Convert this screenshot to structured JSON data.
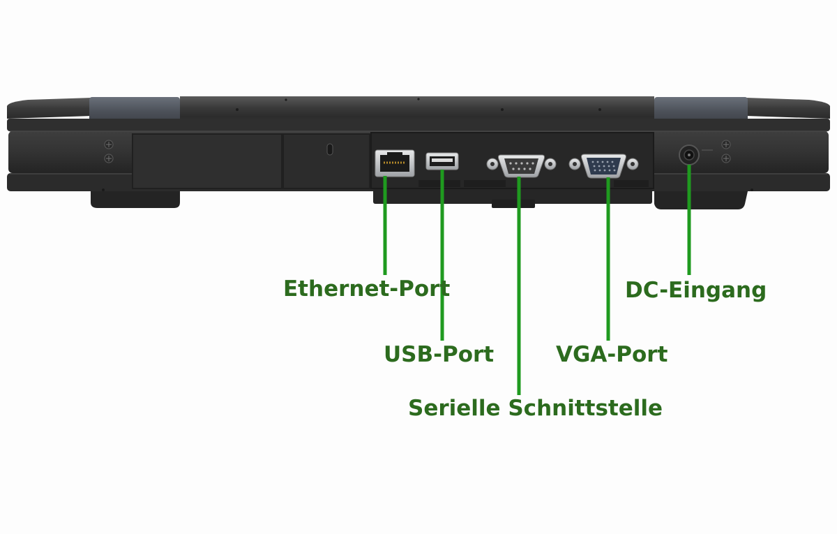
{
  "accent_color": "#1f9a1f",
  "label_color": "#2c6b1e",
  "device_colors": {
    "body": "#3b3b3b",
    "body_dark": "#262626",
    "hinge": "#4a4f57",
    "port_metal": "#c9cbce"
  },
  "device": {
    "kind": "rugged-laptop-rear-view",
    "ports": [
      {
        "id": "ethernet",
        "icon": "rj45-port-icon"
      },
      {
        "id": "usb",
        "icon": "usb-a-port-icon"
      },
      {
        "id": "serial",
        "icon": "db9-serial-port-icon"
      },
      {
        "id": "vga",
        "icon": "vga-port-icon"
      },
      {
        "id": "dc",
        "icon": "dc-jack-icon"
      }
    ]
  },
  "callouts": {
    "ethernet": "Ethernet-Port",
    "usb": "USB-Port",
    "serial": "Serielle Schnittstelle",
    "vga": "VGA-Port",
    "dc": "DC-Eingang"
  }
}
